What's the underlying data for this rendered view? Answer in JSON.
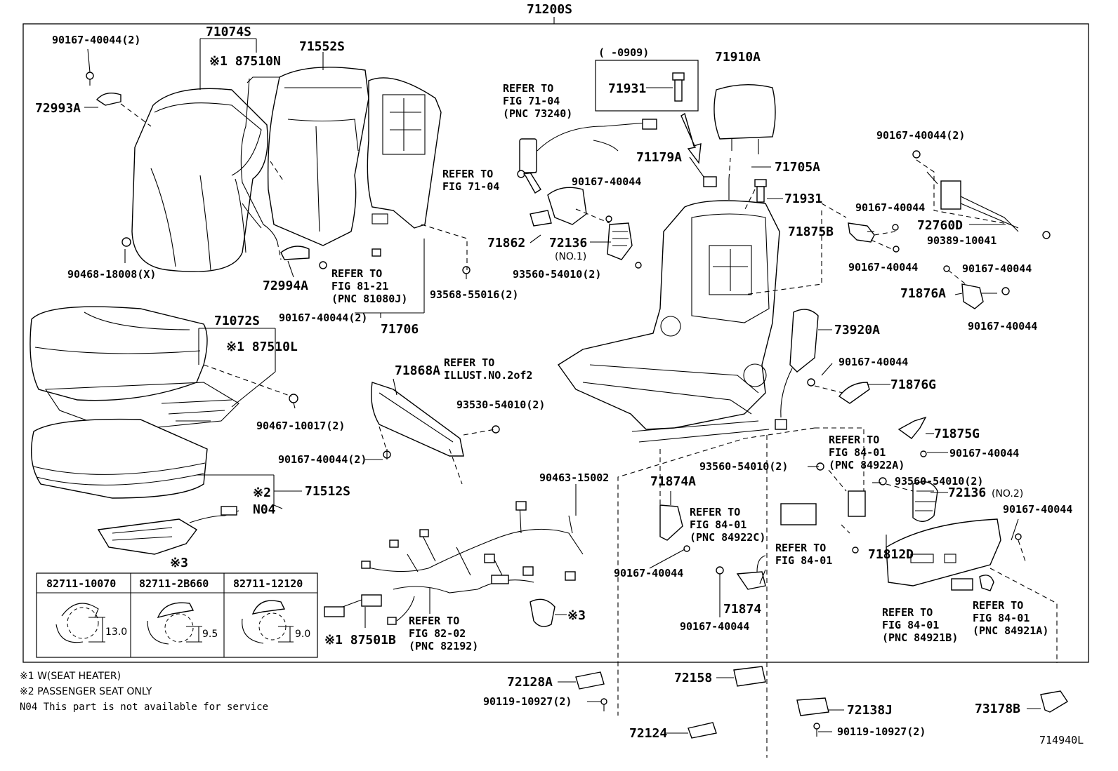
{
  "diagram": {
    "assembly": "71200S",
    "figure_id": "714940L",
    "date_range": "(       -0909)",
    "notes": [
      "※1 W(SEAT HEATER)",
      "※2 PASSENGER SEAT ONLY",
      "N04  This part is not available for service"
    ],
    "part_labels": [
      "90167-40044(2)",
      "71074S",
      "※1 87510N",
      "71552S",
      "72993A",
      "90468-18008(X)",
      "72994A",
      "REFER TO",
      "FIG 81-21",
      "(PNC 81080J)",
      "90167-40044(2)",
      "71706",
      "93568-55016(2)",
      "71072S",
      "※1 87510L",
      "90467-10017(2)",
      "71512S",
      "※2",
      "N04",
      "71868A",
      "93530-54010(2)",
      "90167-40044(2)",
      "REFER TO",
      "FIG 71-04",
      "(PNC 73240)",
      "REFER TO",
      "FIG 71-04",
      "90167-40044",
      "71862",
      "72136",
      "(NO.1)",
      "93560-54010(2)",
      "71931",
      "71910A",
      "71179A",
      "71705A",
      "71931",
      "REFER TO",
      "ILLUST.NO.2of2",
      "90463-15002",
      "REFER TO",
      "FIG 82-02",
      "(PNC 82192)",
      "※1 87501B",
      "※3",
      "71874A",
      "REFER TO",
      "FIG 84-01",
      "(PNC 84922C)",
      "90167-40044",
      "71874",
      "90167-40044",
      "REFER TO",
      "FIG 84-01",
      "93560-54010(2)",
      "REFER TO",
      "FIG 84-01",
      "(PNC 84922A)",
      "73920A",
      "90167-40044(2)",
      "72760D",
      "90389-10041",
      "90167-40044",
      "71875B",
      "90167-40044",
      "90167-40044",
      "71876A",
      "90167-40044",
      "90167-40044",
      "71876G",
      "71875G",
      "90167-40044",
      "93560-54010(2)",
      "72136",
      "(NO.2)",
      "90167-40044",
      "71812D",
      "REFER TO",
      "FIG 84-01",
      "(PNC 84921B)",
      "REFER TO",
      "FIG 84-01",
      "(PNC 84921A)",
      "72128A",
      "90119-10927(2)",
      "72124",
      "72158",
      "72138J",
      "90119-10927(2)",
      "73178B"
    ],
    "clip_table": {
      "title": "※3",
      "headers": [
        "82711-10070",
        "82711-2B660",
        "82711-12120"
      ],
      "dimensions": [
        "13.0",
        "9.5",
        "9.0"
      ]
    }
  }
}
